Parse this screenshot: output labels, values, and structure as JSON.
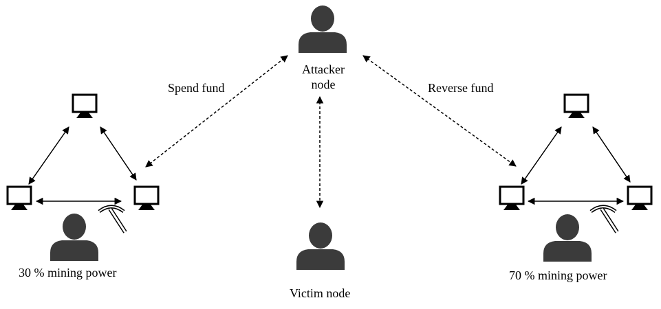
{
  "labels": {
    "attacker_line1": "Attacker",
    "attacker_line2": "node",
    "victim": "Victim node",
    "spend_fund": "Spend fund",
    "reverse_fund": "Reverse fund",
    "left_power": "30 % mining power",
    "right_power": "70 % mining power"
  },
  "icons": {
    "person": "person-icon",
    "computer": "computer-icon",
    "pickaxe": "pickaxe-icon"
  },
  "colors": {
    "ink": "#000000",
    "person_fill": "#3b3b3b"
  }
}
